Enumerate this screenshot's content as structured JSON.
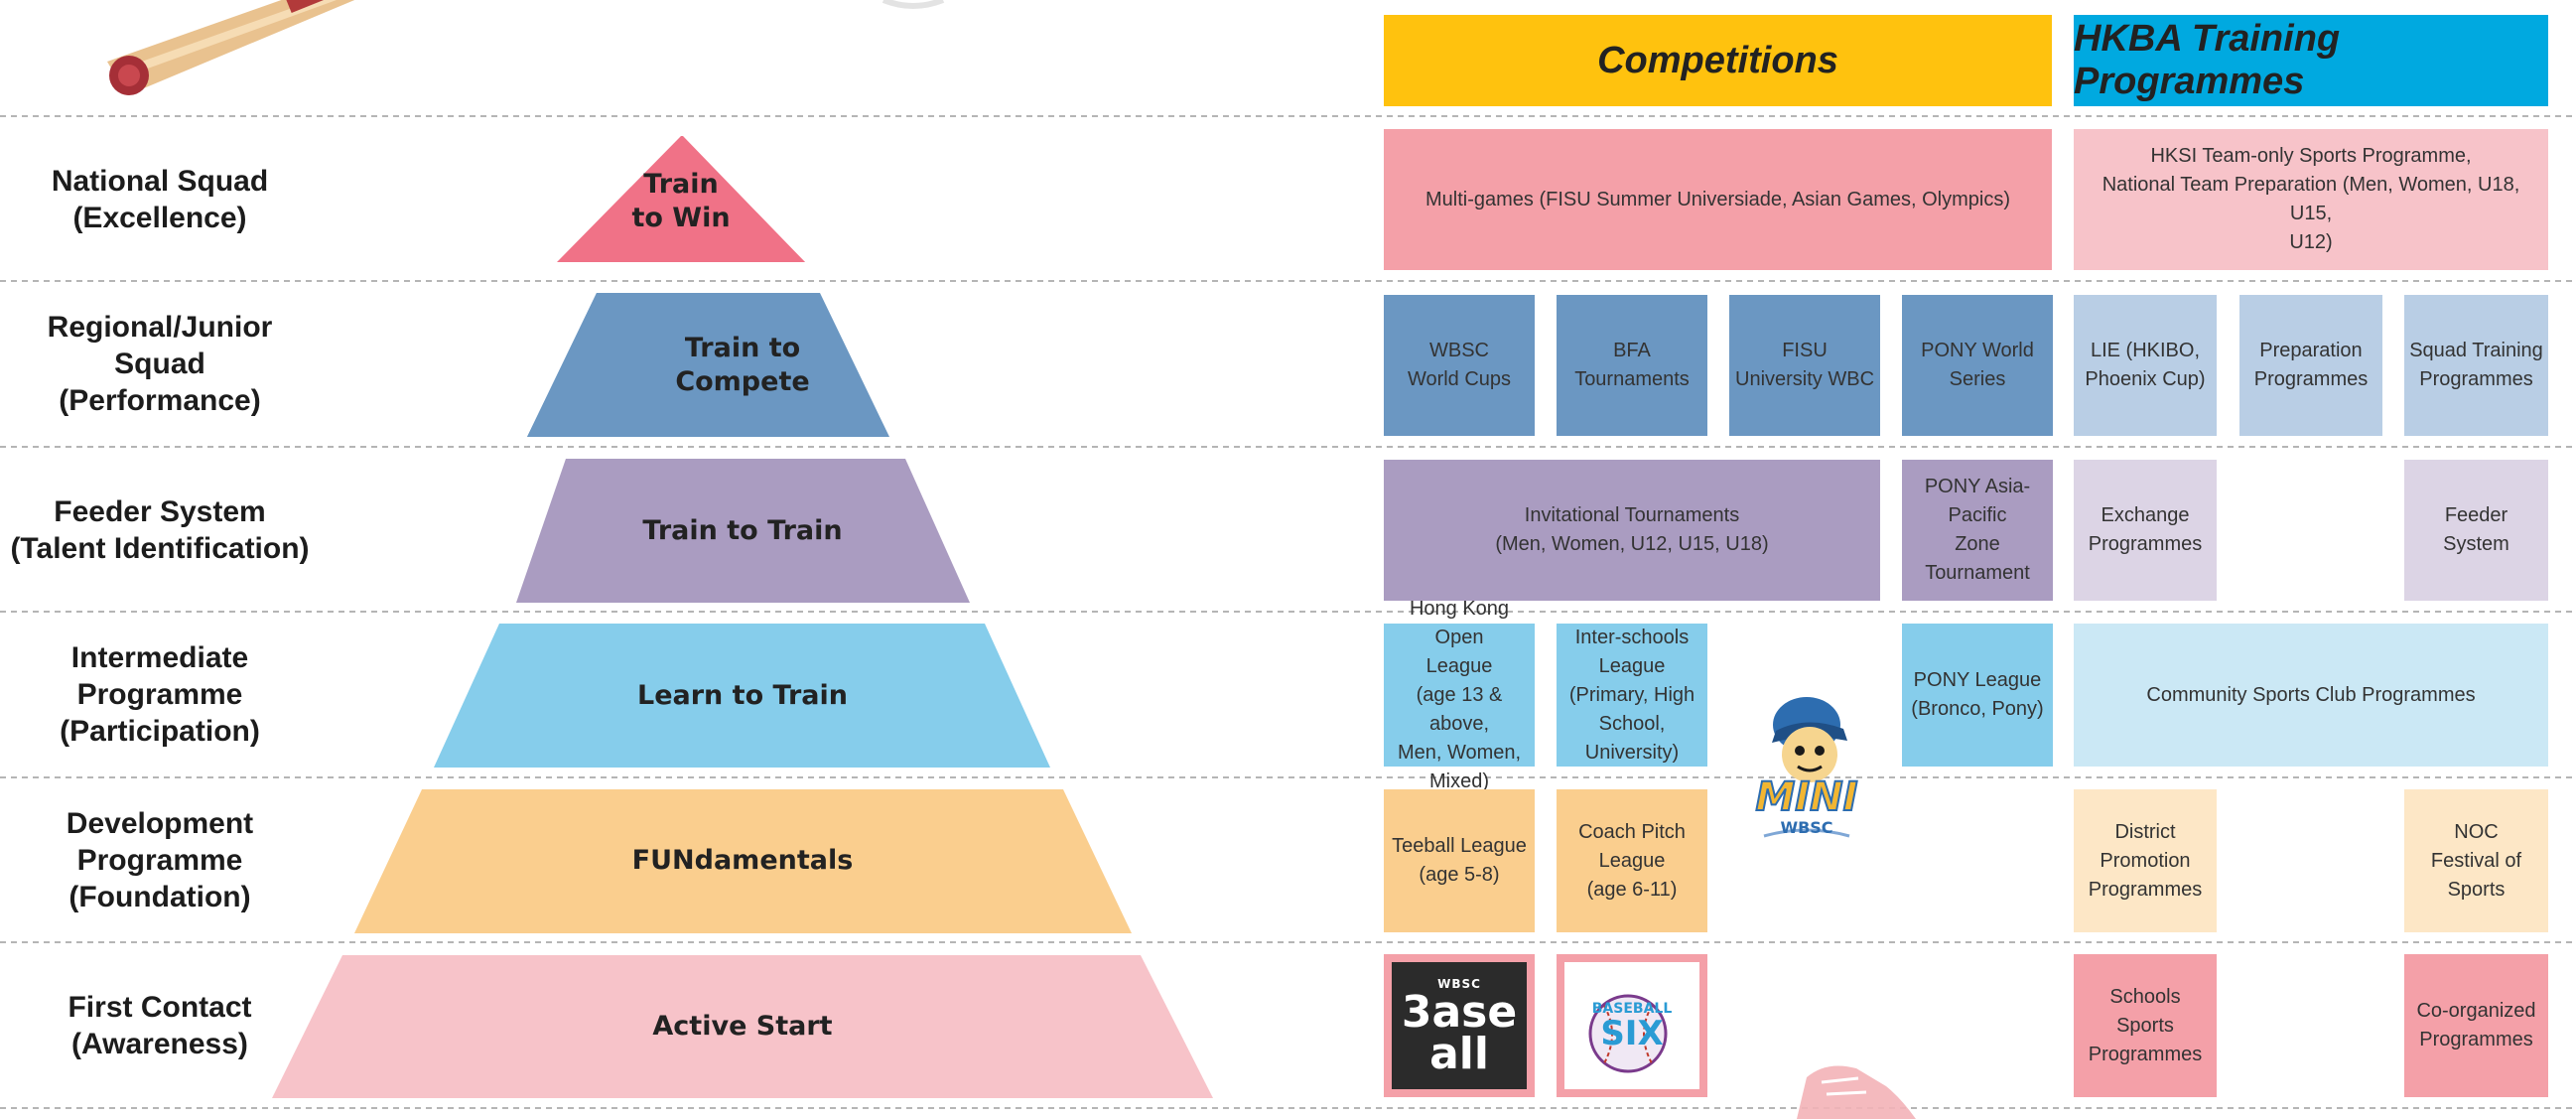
{
  "colors": {
    "competitions_header": "#FFC20E",
    "training_header": "#00A9E0",
    "tier1": "#F4A0A8",
    "tier1_light": "#F7C3C9",
    "tier2": "#6B97C2",
    "tier2_light": "#B9CEE5",
    "tier3": "#AA9CC1",
    "tier3_light": "#DCD4E5",
    "tier4": "#86CDEB",
    "tier4_light": "#CBE8F5",
    "tier5": "#FACE8E",
    "tier5_light": "#FDE7C6",
    "tier6": "#F7C3C9",
    "tier6_light": "#F4A0A8"
  },
  "headers": {
    "competitions": "Competitions",
    "training": "HKBA Training Programmes"
  },
  "levels": [
    "National Squad\n(Excellence)",
    "Regional/Junior\nSquad\n(Performance)",
    "Feeder System\n(Talent Identification)",
    "Intermediate\nProgramme\n(Participation)",
    "Development\nProgramme\n(Foundation)",
    "First Contact\n(Awareness)"
  ],
  "pyramid": [
    "Train\nto Win",
    "Train to\nCompete",
    "Train to Train",
    "Learn to Train",
    "FUNdamentals",
    "Active Start"
  ],
  "competitions": [
    "Multi-games (FISU Summer Universiade, Asian Games, Olympics)",
    "WBSC\nWorld Cups",
    "BFA\nTournaments",
    "FISU\nUniversity WBC",
    "PONY World\nSeries",
    "Invitational Tournaments\n(Men, Women, U12, U15, U18)",
    "PONY Asia-Pacific\nZone Tournament",
    "Hong Kong Open\nLeague\n(age 13 & above,\nMen, Women,\nMixed)",
    "Inter-schools\nLeague\n(Primary, High\nSchool, University)",
    "PONY League\n(Bronco, Pony)",
    "Teeball League\n(age 5-8)",
    "Coach Pitch\nLeague\n(age 6-11)"
  ],
  "training": [
    "HKSI Team-only Sports Programme,\nNational Team Preparation (Men, Women, U18, U15,\nU12)",
    "LIE (HKIBO,\nPhoenix Cup)",
    "Preparation\nProgrammes",
    "Squad Training\nProgrammes",
    "Exchange\nProgrammes",
    "Feeder\nSystem",
    "Community Sports Club Programmes",
    "District\nPromotion\nProgrammes",
    "NOC\nFestival of Sports",
    "Schools Sports\nProgrammes",
    "Co-organized\nProgrammes"
  ],
  "logos": {
    "baseball5_top": "WBSC",
    "baseball5_line1": "3ase",
    "baseball5_line2": "all",
    "baseballsix_top": "BASEBALL",
    "baseballsix_main": "SIX",
    "mini_main": "MINI",
    "mini_sub": "WBSC"
  }
}
